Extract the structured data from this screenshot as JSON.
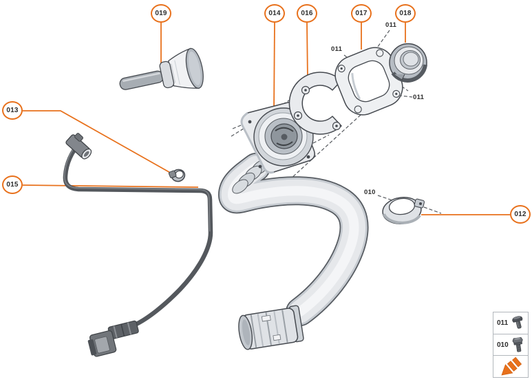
{
  "diagram": {
    "background": "#ffffff",
    "accent": "#e8711c",
    "outline": "#45494f"
  },
  "callouts": [
    {
      "label": "019"
    },
    {
      "label": "014"
    },
    {
      "label": "016"
    },
    {
      "label": "017"
    },
    {
      "label": "018"
    },
    {
      "label": "013"
    },
    {
      "label": "015"
    },
    {
      "label": "012"
    }
  ],
  "part_refs": {
    "ref_011_top": "011",
    "ref_011_left": "011",
    "ref_011_right": "011",
    "ref_010": "010"
  },
  "legend": {
    "rows": [
      {
        "label": "011",
        "icon": "rivet-fastener-icon"
      },
      {
        "label": "010",
        "icon": "bolt-fastener-icon"
      }
    ],
    "direction_icon": "direction-arrow-icon"
  }
}
